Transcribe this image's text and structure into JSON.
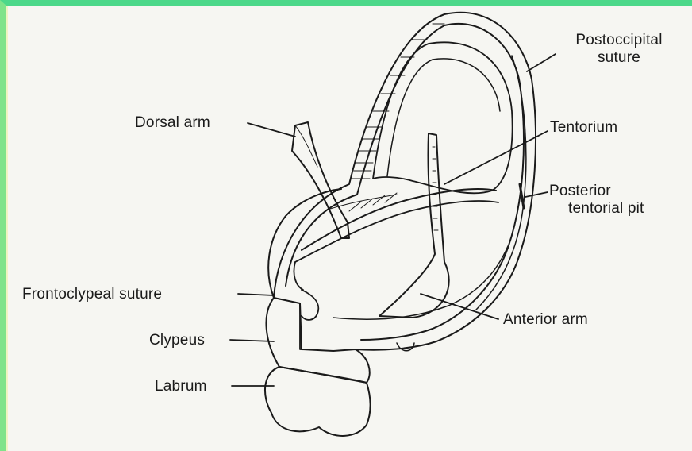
{
  "labels": {
    "dorsal_arm": "Dorsal arm",
    "postoccipital": [
      "Postoccipital",
      "suture"
    ],
    "tentorium": "Tentorium",
    "posterior_pit": [
      "Posterior",
      "tentorial pit"
    ],
    "frontoclypeal": "Frontoclypeal suture",
    "clypeus": "Clypeus",
    "labrum": "Labrum",
    "anterior_arm": "Anterior arm"
  },
  "colors": {
    "frame_top": "#4cd88a",
    "frame_left": "#7fe38a",
    "paper": "#f6f6f2",
    "ink": "#1a1a1a"
  }
}
